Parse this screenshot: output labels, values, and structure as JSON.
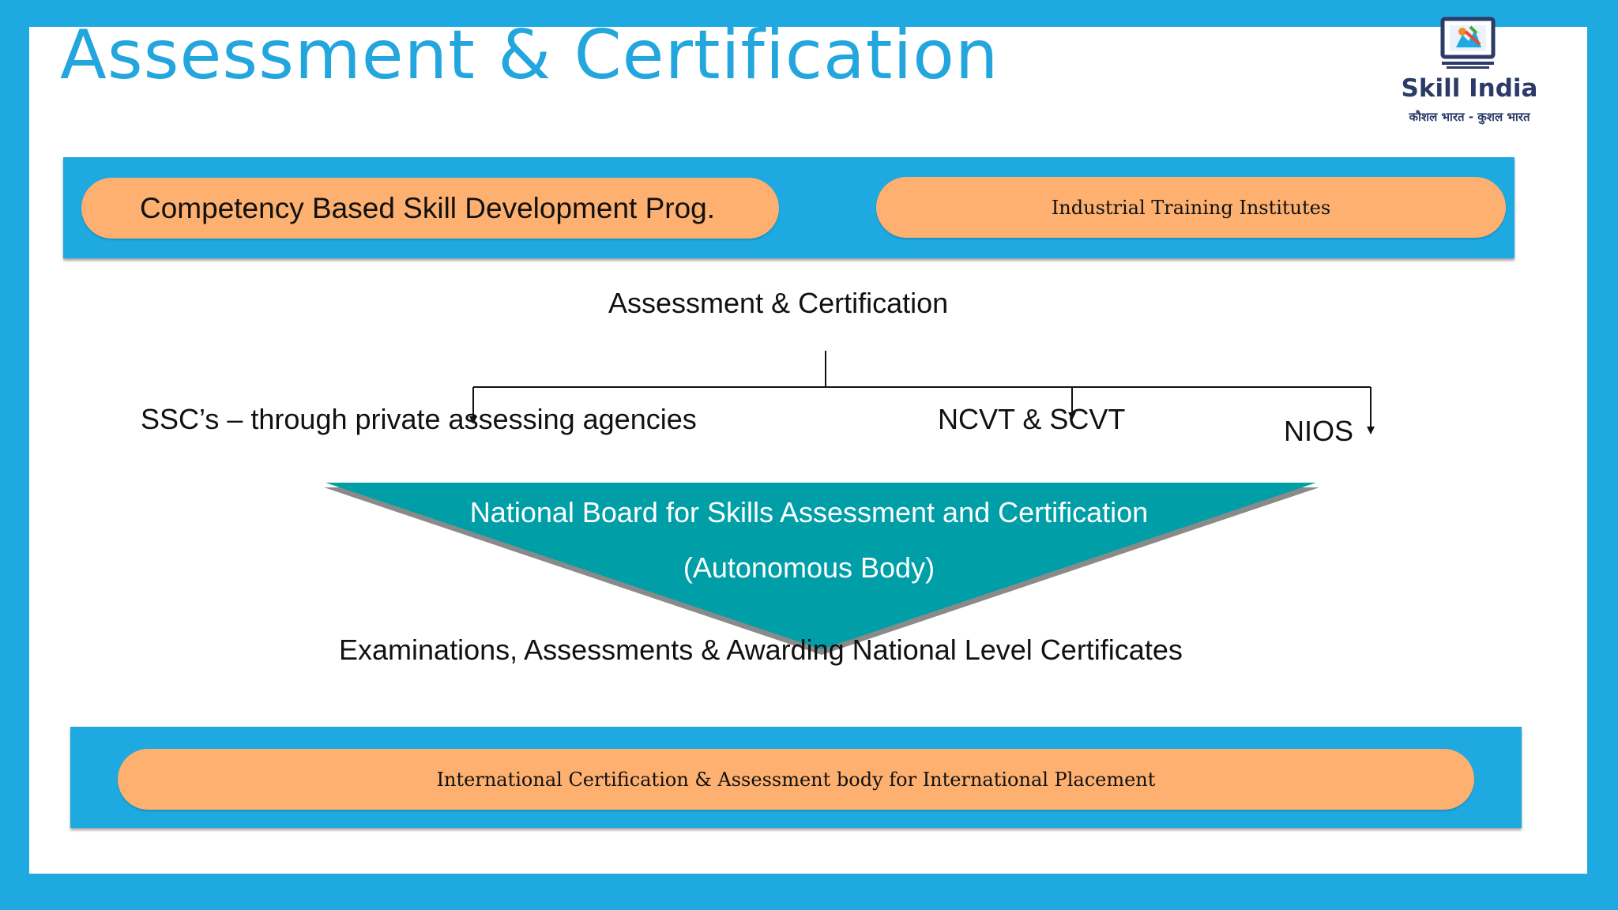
{
  "title": "Assessment & Certification",
  "logo": {
    "name": "Skill India",
    "tagline": "कौशल भारत - कुशल भारत"
  },
  "top_band": {
    "left_pill": "Competency Based Skill Development Prog.",
    "right_pill": "Industrial Training Institutes"
  },
  "diagram": {
    "root": "Assessment & Certification",
    "branches": [
      "SSC’s – through private assessing agencies",
      "NCVT & SCVT",
      "NIOS"
    ],
    "board_line1": "National Board for Skills Assessment and Certification",
    "board_line2": "(Autonomous Body)",
    "outcome": "Examinations, Assessments & Awarding National Level Certificates"
  },
  "bottom_band": {
    "pill": "International Certification & Assessment body for International Placement"
  },
  "colors": {
    "frame": "#1fa9e1",
    "title": "#22a6dd",
    "pill": "#fdb06f",
    "triangle": "#009fa8",
    "logo_text": "#2b3a67"
  }
}
